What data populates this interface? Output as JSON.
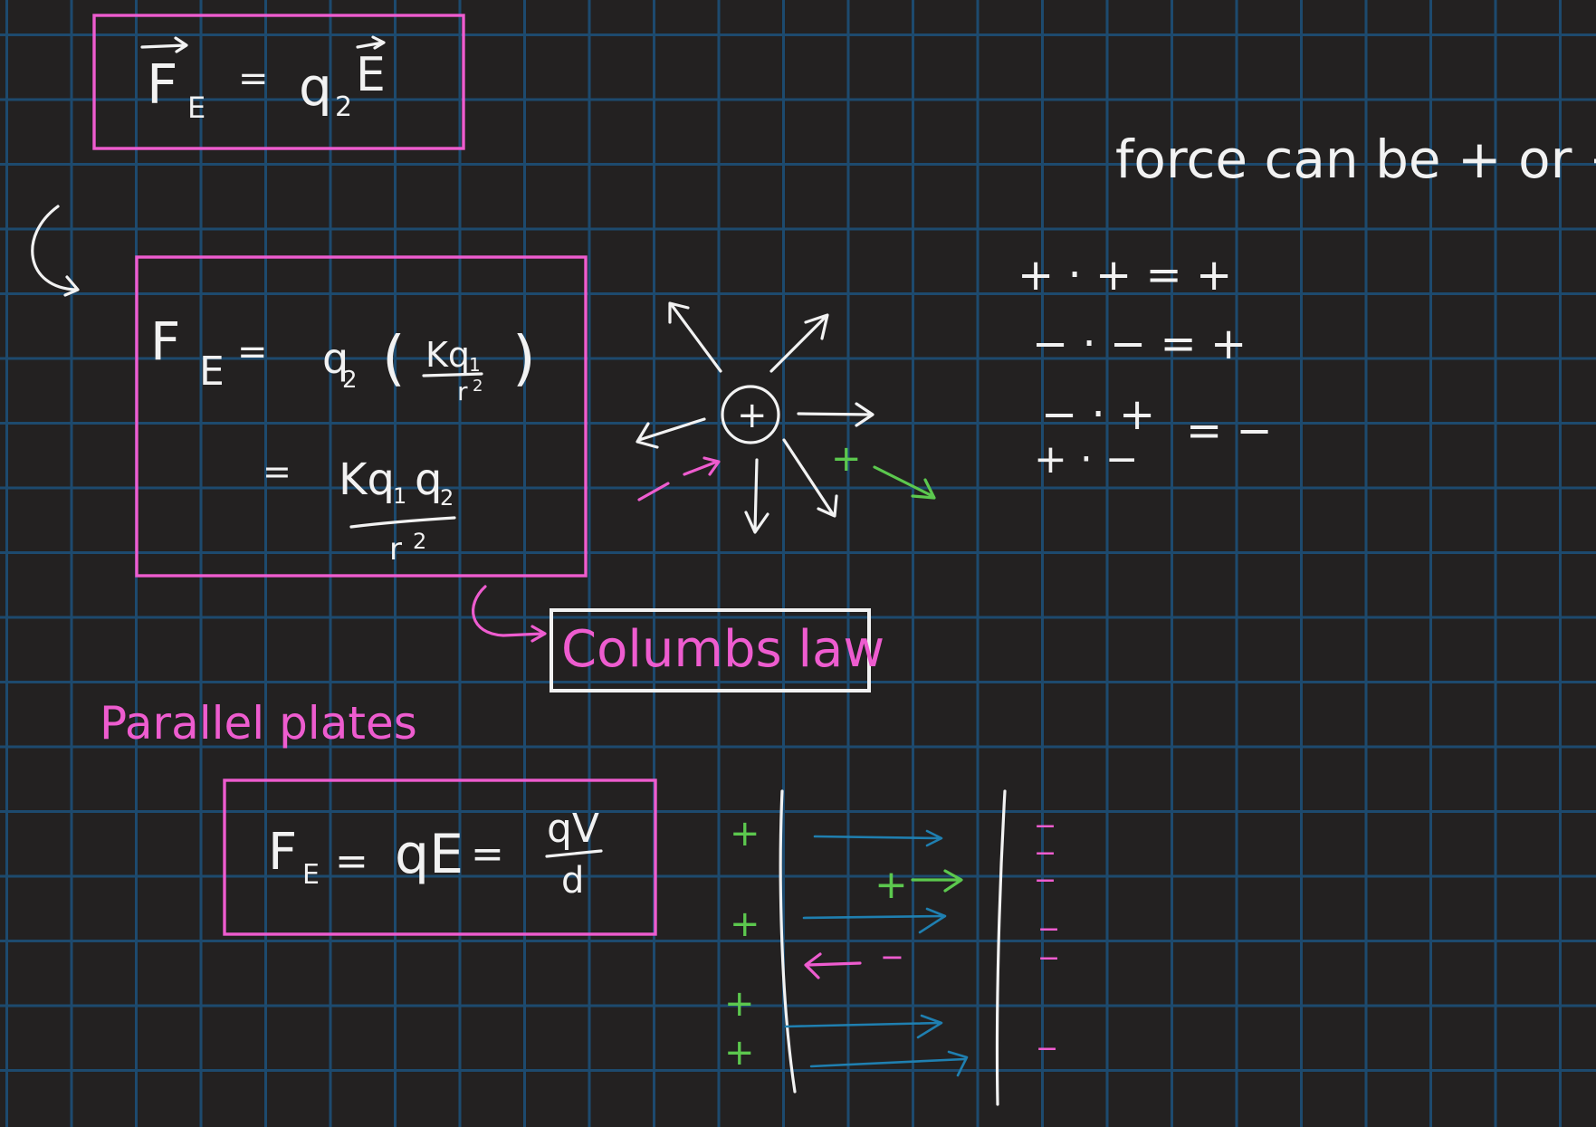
{
  "formula_field": {
    "lhs": "F",
    "lhs_sub": "E",
    "equals": "=",
    "charge": "q",
    "charge_sub": "2",
    "field": "E"
  },
  "formula_coulomb": {
    "lhs": "F",
    "lhs_sub": "E",
    "equals": "=",
    "charge": "q",
    "charge_sub": "2",
    "open_paren": "(",
    "close_paren": ")",
    "inner_num": "Kq",
    "inner_num_sub": "1",
    "inner_den": "r",
    "inner_den_exp": "2",
    "result_equals": "=",
    "result_num": "Kq",
    "result_num_sub1": "1",
    "result_num_q2": "q",
    "result_num_sub2": "2",
    "result_den": "r",
    "result_den_exp": "2"
  },
  "coulombs_label": "Columbs law",
  "sign_rules": {
    "title": "force can be + or −",
    "rule1": "+ · + = +",
    "rule2": "− · − = +",
    "rule3a": "− · +",
    "rule3b": "+ · −",
    "rule3_result": "= −"
  },
  "point_charge": {
    "center_sign": "+",
    "test_charge_sign": "+"
  },
  "parallel_plates": {
    "heading": "Parallel plates",
    "lhs": "F",
    "lhs_sub": "E",
    "eq1": "=",
    "qE": "qE",
    "eq2": "=",
    "frac_num": "qV",
    "frac_den": "d",
    "left_plate_signs": [
      "+",
      "+",
      "+",
      "+"
    ],
    "right_plate_signs": [
      "−",
      "−",
      "−",
      "−",
      "−",
      "−"
    ],
    "positive_test": "+",
    "negative_test": "−"
  },
  "colors": {
    "background": "#232121",
    "grid": "#1d4a6e",
    "white_ink": "#f2f2f2",
    "pink_ink": "#ee5ccf",
    "green_ink": "#5cc84e",
    "blue_ink": "#1f7fb0"
  }
}
